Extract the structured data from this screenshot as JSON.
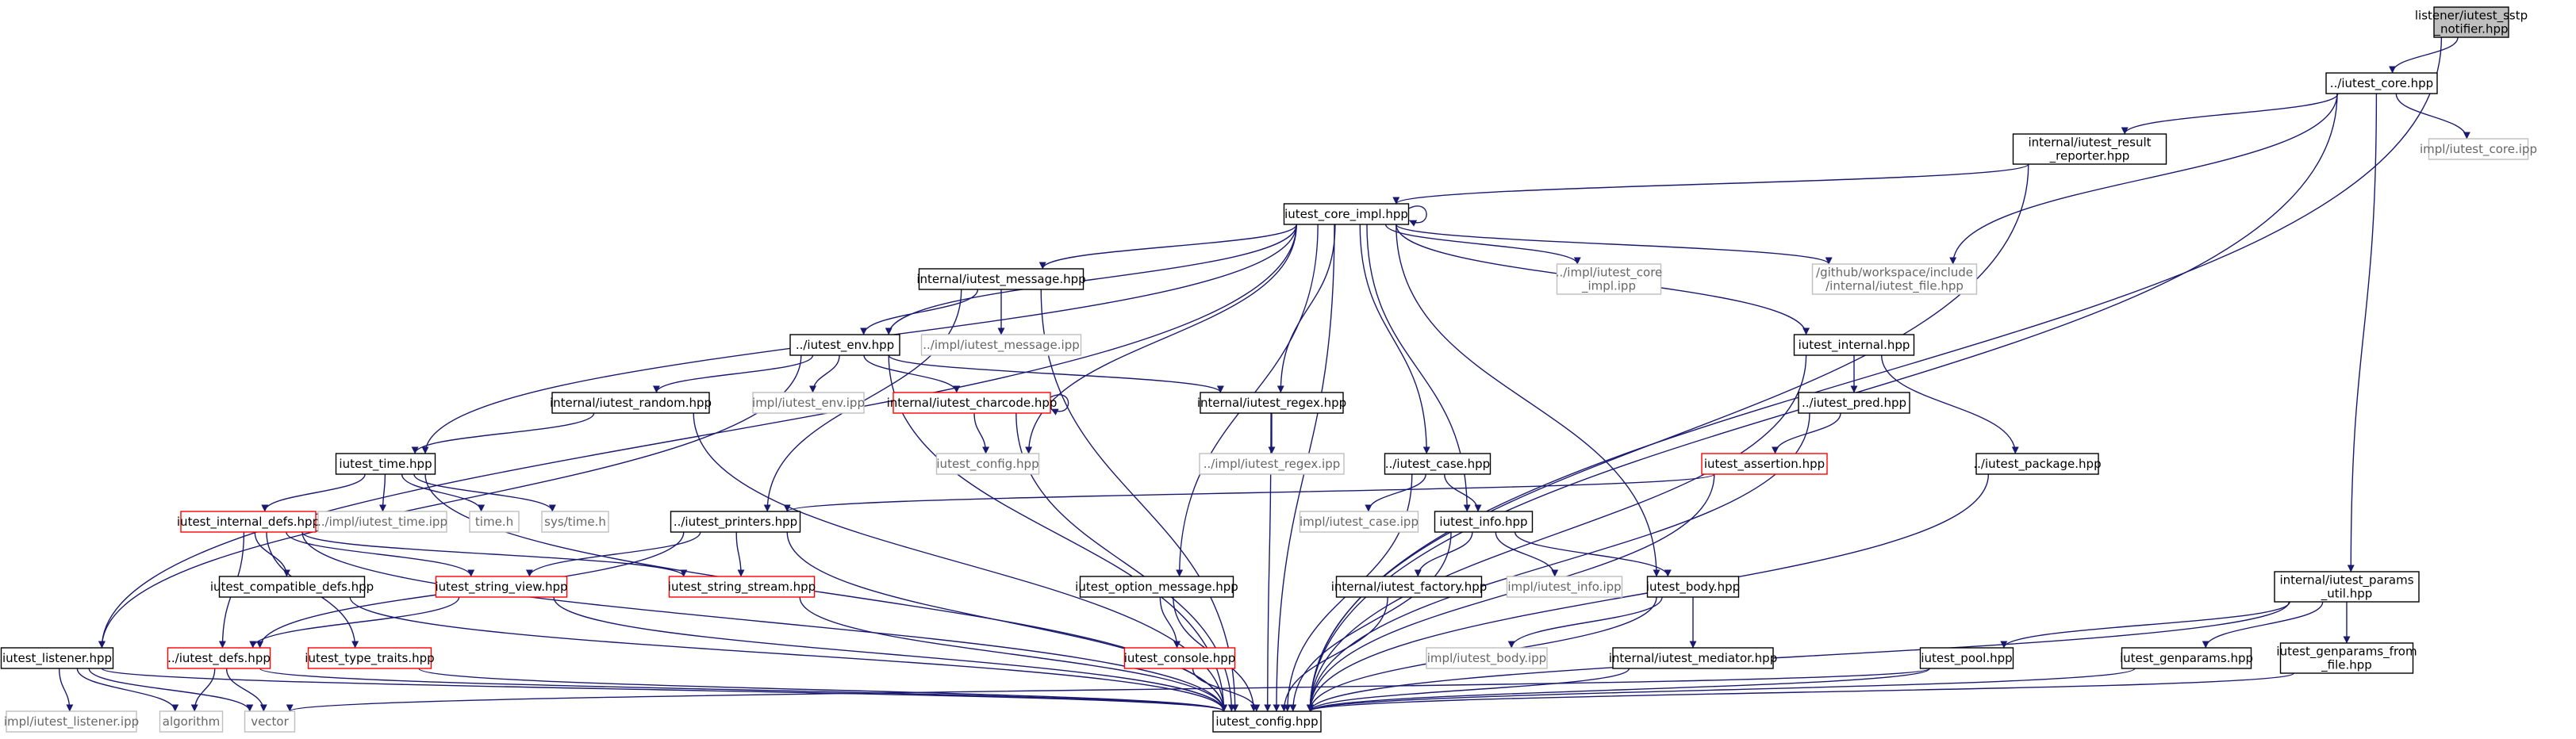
{
  "diagram": {
    "type": "include-dependency-graph",
    "colors": {
      "edge": "#191970",
      "border_normal": "#000000",
      "border_truncated": "#ff0000",
      "border_external": "#bfbfbf",
      "text_normal": "#000000",
      "text_external": "#666666",
      "root_fill": "#bfbfbf",
      "fill": "#ffffff"
    },
    "nodes": [
      {
        "id": "root",
        "lines": [
          "listener/iutest_sstp",
          "_notifier.hpp"
        ],
        "kind": "root"
      },
      {
        "id": "core",
        "lines": [
          "../iutest_core.hpp"
        ],
        "kind": "normal"
      },
      {
        "id": "result_reporter",
        "lines": [
          "internal/iutest_result",
          "_reporter.hpp"
        ],
        "kind": "normal"
      },
      {
        "id": "core_ipp",
        "lines": [
          "impl/iutest_core.ipp"
        ],
        "kind": "external"
      },
      {
        "id": "core_impl",
        "lines": [
          "iutest_core_impl.hpp"
        ],
        "kind": "normal"
      },
      {
        "id": "message",
        "lines": [
          "internal/iutest_message.hpp"
        ],
        "kind": "normal"
      },
      {
        "id": "core_impl_ipp",
        "lines": [
          "../impl/iutest_core",
          "_impl.ipp"
        ],
        "kind": "external"
      },
      {
        "id": "github_file",
        "lines": [
          "/github/workspace/include",
          "/internal/iutest_file.hpp"
        ],
        "kind": "external"
      },
      {
        "id": "env",
        "lines": [
          "../iutest_env.hpp"
        ],
        "kind": "normal"
      },
      {
        "id": "message_ipp",
        "lines": [
          "../impl/iutest_message.ipp"
        ],
        "kind": "external"
      },
      {
        "id": "internal_hpp",
        "lines": [
          "iutest_internal.hpp"
        ],
        "kind": "normal"
      },
      {
        "id": "random",
        "lines": [
          "internal/iutest_random.hpp"
        ],
        "kind": "normal"
      },
      {
        "id": "env_ipp",
        "lines": [
          "impl/iutest_env.ipp"
        ],
        "kind": "external"
      },
      {
        "id": "charcode",
        "lines": [
          "internal/iutest_charcode.hpp"
        ],
        "kind": "truncated"
      },
      {
        "id": "regex",
        "lines": [
          "internal/iutest_regex.hpp"
        ],
        "kind": "normal"
      },
      {
        "id": "pred",
        "lines": [
          "../iutest_pred.hpp"
        ],
        "kind": "normal"
      },
      {
        "id": "time",
        "lines": [
          "iutest_time.hpp"
        ],
        "kind": "normal"
      },
      {
        "id": "config_hpp",
        "lines": [
          "iutest_config.hpp"
        ],
        "kind": "external"
      },
      {
        "id": "regex_ipp",
        "lines": [
          "../impl/iutest_regex.ipp"
        ],
        "kind": "external"
      },
      {
        "id": "case",
        "lines": [
          "../iutest_case.hpp"
        ],
        "kind": "normal"
      },
      {
        "id": "assertion",
        "lines": [
          "iutest_assertion.hpp"
        ],
        "kind": "truncated"
      },
      {
        "id": "package",
        "lines": [
          "../iutest_package.hpp"
        ],
        "kind": "normal"
      },
      {
        "id": "internal_defs",
        "lines": [
          "iutest_internal_defs.hpp"
        ],
        "kind": "truncated"
      },
      {
        "id": "time_ipp",
        "lines": [
          "../impl/iutest_time.ipp"
        ],
        "kind": "external"
      },
      {
        "id": "time_h",
        "lines": [
          "time.h"
        ],
        "kind": "external"
      },
      {
        "id": "sys_time",
        "lines": [
          "sys/time.h"
        ],
        "kind": "external"
      },
      {
        "id": "printers",
        "lines": [
          "../iutest_printers.hpp"
        ],
        "kind": "normal"
      },
      {
        "id": "case_ipp",
        "lines": [
          "impl/iutest_case.ipp"
        ],
        "kind": "external"
      },
      {
        "id": "info",
        "lines": [
          "iutest_info.hpp"
        ],
        "kind": "normal"
      },
      {
        "id": "compatible_defs",
        "lines": [
          "iutest_compatible_defs.hpp"
        ],
        "kind": "normal"
      },
      {
        "id": "string_view",
        "lines": [
          "iutest_string_view.hpp"
        ],
        "kind": "truncated"
      },
      {
        "id": "string_stream",
        "lines": [
          "iutest_string_stream.hpp"
        ],
        "kind": "truncated"
      },
      {
        "id": "option_message",
        "lines": [
          "iutest_option_message.hpp"
        ],
        "kind": "normal"
      },
      {
        "id": "factory",
        "lines": [
          "internal/iutest_factory.hpp"
        ],
        "kind": "normal"
      },
      {
        "id": "info_ipp",
        "lines": [
          "impl/iutest_info.ipp"
        ],
        "kind": "external"
      },
      {
        "id": "body",
        "lines": [
          "iutest_body.hpp"
        ],
        "kind": "normal"
      },
      {
        "id": "params_util",
        "lines": [
          "internal/iutest_params",
          "_util.hpp"
        ],
        "kind": "normal"
      },
      {
        "id": "listener",
        "lines": [
          "iutest_listener.hpp"
        ],
        "kind": "normal"
      },
      {
        "id": "defs",
        "lines": [
          "../iutest_defs.hpp"
        ],
        "kind": "truncated"
      },
      {
        "id": "type_traits",
        "lines": [
          "iutest_type_traits.hpp"
        ],
        "kind": "truncated"
      },
      {
        "id": "console",
        "lines": [
          "iutest_console.hpp"
        ],
        "kind": "truncated"
      },
      {
        "id": "body_ipp",
        "lines": [
          "impl/iutest_body.ipp"
        ],
        "kind": "external"
      },
      {
        "id": "mediator",
        "lines": [
          "internal/iutest_mediator.hpp"
        ],
        "kind": "normal"
      },
      {
        "id": "pool",
        "lines": [
          "iutest_pool.hpp"
        ],
        "kind": "normal"
      },
      {
        "id": "genparams",
        "lines": [
          "iutest_genparams.hpp"
        ],
        "kind": "normal"
      },
      {
        "id": "genparams_file",
        "lines": [
          "iutest_genparams_from",
          "_file.hpp"
        ],
        "kind": "normal"
      },
      {
        "id": "listener_ipp",
        "lines": [
          "impl/iutest_listener.ipp"
        ],
        "kind": "external"
      },
      {
        "id": "algorithm",
        "lines": [
          "algorithm"
        ],
        "kind": "external"
      },
      {
        "id": "vector",
        "lines": [
          "vector"
        ],
        "kind": "external"
      },
      {
        "id": "config",
        "lines": [
          "iutest_config.hpp"
        ],
        "kind": "normal"
      }
    ],
    "edges": [
      [
        "root",
        "core"
      ],
      [
        "root",
        "config"
      ],
      [
        "core",
        "result_reporter"
      ],
      [
        "core",
        "core_ipp"
      ],
      [
        "core",
        "github_file"
      ],
      [
        "core",
        "params_util"
      ],
      [
        "core",
        "config"
      ],
      [
        "result_reporter",
        "core_impl"
      ],
      [
        "result_reporter",
        "config"
      ],
      [
        "core_impl",
        "core_impl"
      ],
      [
        "core_impl",
        "message"
      ],
      [
        "core_impl",
        "core_impl_ipp"
      ],
      [
        "core_impl",
        "github_file"
      ],
      [
        "core_impl",
        "env"
      ],
      [
        "core_impl",
        "internal_hpp"
      ],
      [
        "core_impl",
        "time"
      ],
      [
        "core_impl",
        "regex"
      ],
      [
        "core_impl",
        "case"
      ],
      [
        "core_impl",
        "info"
      ],
      [
        "core_impl",
        "body"
      ],
      [
        "core_impl",
        "option_message"
      ],
      [
        "core_impl",
        "listener"
      ],
      [
        "core_impl",
        "config_hpp"
      ],
      [
        "core_impl",
        "config"
      ],
      [
        "message",
        "env"
      ],
      [
        "message",
        "message_ipp"
      ],
      [
        "message",
        "printers"
      ],
      [
        "message",
        "config"
      ],
      [
        "env",
        "random"
      ],
      [
        "env",
        "env_ipp"
      ],
      [
        "env",
        "charcode"
      ],
      [
        "env",
        "regex"
      ],
      [
        "env",
        "listener"
      ],
      [
        "env",
        "config"
      ],
      [
        "internal_hpp",
        "pred"
      ],
      [
        "internal_hpp",
        "package"
      ],
      [
        "internal_hpp",
        "config"
      ],
      [
        "random",
        "time"
      ],
      [
        "random",
        "config"
      ],
      [
        "charcode",
        "charcode"
      ],
      [
        "charcode",
        "config_hpp"
      ],
      [
        "charcode",
        "config"
      ],
      [
        "regex",
        "regex_ipp"
      ],
      [
        "regex",
        "config"
      ],
      [
        "pred",
        "assertion"
      ],
      [
        "pred",
        "config"
      ],
      [
        "time",
        "internal_defs"
      ],
      [
        "time",
        "time_ipp"
      ],
      [
        "time",
        "time_h"
      ],
      [
        "time",
        "sys_time"
      ],
      [
        "time",
        "config"
      ],
      [
        "case",
        "case_ipp"
      ],
      [
        "case",
        "info"
      ],
      [
        "case",
        "config"
      ],
      [
        "assertion",
        "printers"
      ],
      [
        "assertion",
        "config"
      ],
      [
        "package",
        "config"
      ],
      [
        "internal_defs",
        "compatible_defs"
      ],
      [
        "internal_defs",
        "string_view"
      ],
      [
        "internal_defs",
        "string_stream"
      ],
      [
        "internal_defs",
        "type_traits"
      ],
      [
        "internal_defs",
        "defs"
      ],
      [
        "internal_defs",
        "config"
      ],
      [
        "printers",
        "string_view"
      ],
      [
        "printers",
        "string_stream"
      ],
      [
        "printers",
        "defs"
      ],
      [
        "printers",
        "config"
      ],
      [
        "info",
        "factory"
      ],
      [
        "info",
        "info_ipp"
      ],
      [
        "info",
        "body"
      ],
      [
        "info",
        "config"
      ],
      [
        "compatible_defs",
        "config"
      ],
      [
        "string_view",
        "defs"
      ],
      [
        "string_view",
        "config"
      ],
      [
        "string_stream",
        "config"
      ],
      [
        "option_message",
        "console"
      ],
      [
        "option_message",
        "config"
      ],
      [
        "factory",
        "config"
      ],
      [
        "body",
        "body_ipp"
      ],
      [
        "body",
        "mediator"
      ],
      [
        "body",
        "config"
      ],
      [
        "params_util",
        "pool"
      ],
      [
        "params_util",
        "genparams"
      ],
      [
        "params_util",
        "genparams_file"
      ],
      [
        "params_util",
        "config"
      ],
      [
        "listener",
        "listener_ipp"
      ],
      [
        "listener",
        "algorithm"
      ],
      [
        "listener",
        "vector"
      ],
      [
        "listener",
        "config"
      ],
      [
        "defs",
        "algorithm"
      ],
      [
        "defs",
        "vector"
      ],
      [
        "defs",
        "config"
      ],
      [
        "type_traits",
        "config"
      ],
      [
        "console",
        "config"
      ],
      [
        "mediator",
        "config"
      ],
      [
        "pool",
        "vector"
      ],
      [
        "pool",
        "config"
      ],
      [
        "genparams",
        "config"
      ],
      [
        "genparams_file",
        "config"
      ]
    ]
  }
}
